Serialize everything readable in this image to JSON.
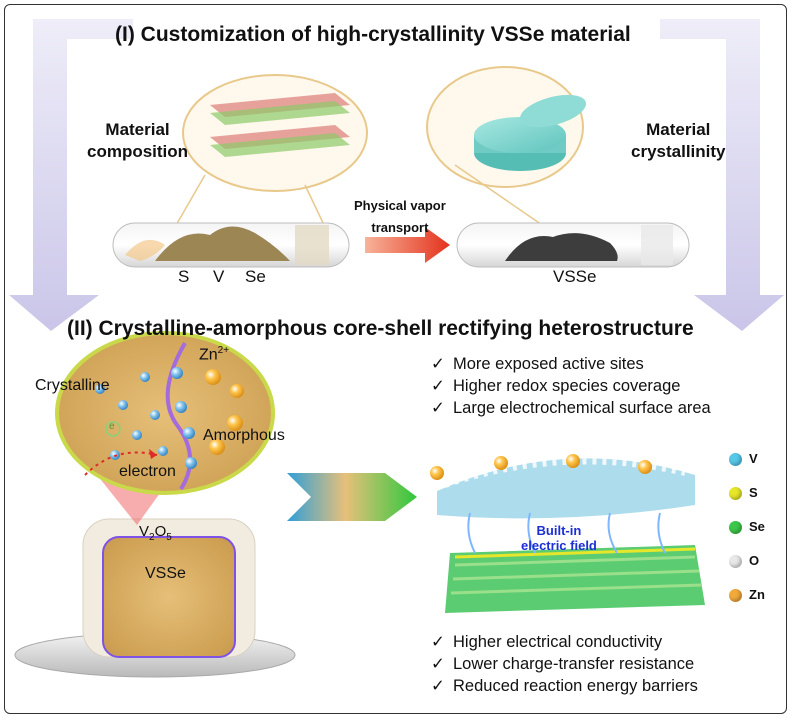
{
  "section1": {
    "title": "(I) Customization of high-crystallinity VSSe material",
    "left_label": "Material composition",
    "left_label_line1": "Material",
    "left_label_line2": "composition",
    "right_label_line1": "Material",
    "right_label_line2": "crystallinity",
    "arrow_label_line1": "Physical vapor",
    "arrow_label_line2": "transport",
    "tube1_labels": [
      "S",
      "V",
      "Se"
    ],
    "tube2_label": "VSSe"
  },
  "section2": {
    "title": "(II) Crystalline-amorphous core-shell rectifying heterostructure",
    "zoom": {
      "crystalline": "Crystalline",
      "zn": "Zn",
      "zn_sup": "2+",
      "amorphous": "Amorphous",
      "electron": "electron",
      "e_symbol": "e"
    },
    "core": {
      "shell_label_main": "V",
      "shell_label_sub1": "2",
      "shell_label_o": "O",
      "shell_label_sub2": "5",
      "core_label": "VSSe"
    },
    "checks_top": [
      "More exposed active sites",
      "Higher redox species coverage",
      "Large electrochemical surface area"
    ],
    "field_line1": "Built-in",
    "field_line2": "electric field",
    "checks_bottom": [
      "Higher electrical conductivity",
      "Lower charge-transfer resistance",
      "Reduced reaction energy barriers"
    ],
    "check_mark": "✓",
    "legend": [
      {
        "label": "V",
        "color": "#56c8e8"
      },
      {
        "label": "S",
        "color": "#e6e62a"
      },
      {
        "label": "Se",
        "color": "#3cc74a"
      },
      {
        "label": "O",
        "color": "#e8e8e8"
      },
      {
        "label": "Zn",
        "color": "#f2a93a"
      }
    ]
  },
  "colors": {
    "arrow_lavender": "#c9c5e8",
    "field_text": "#1a2fd6",
    "tile": "#d9a94f",
    "accent_cyan": "#7fd6d0"
  }
}
